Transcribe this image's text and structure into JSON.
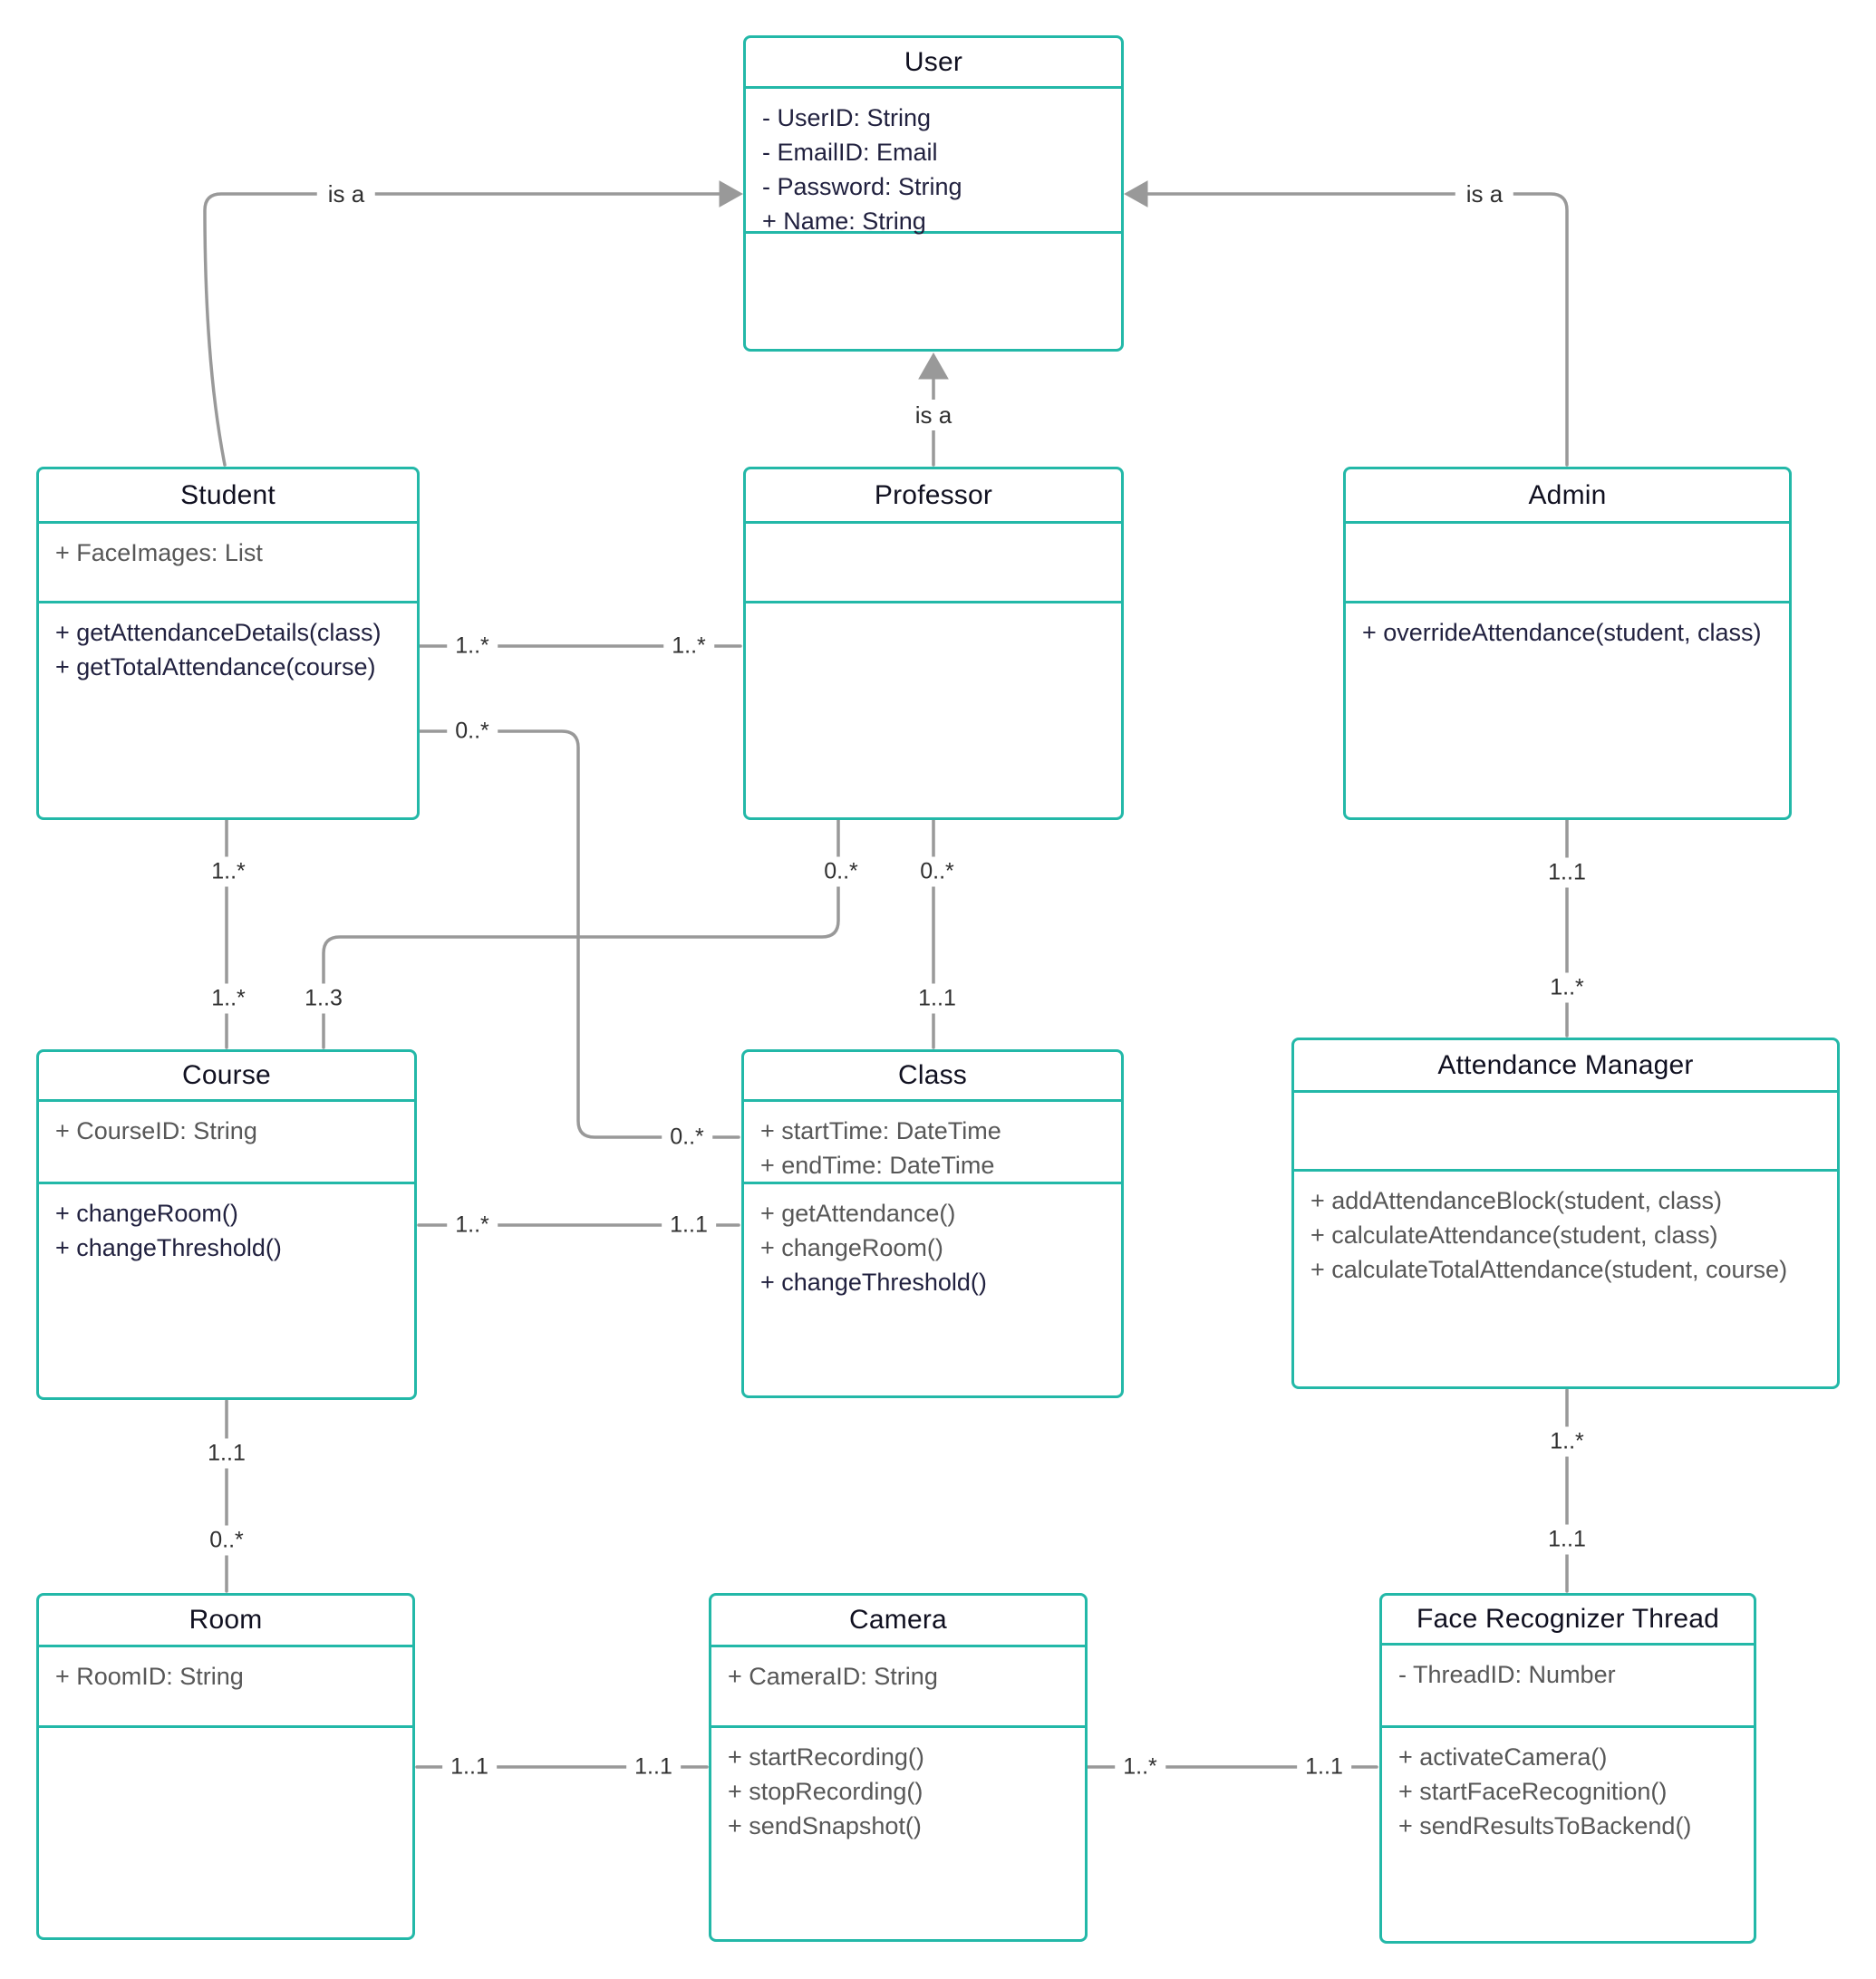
{
  "colors": {
    "accent": "#23b8a8",
    "edge": "#999999",
    "label": "#2f2f2f",
    "member_muted": "#575757",
    "member_strong": "#21213f",
    "title": "#101020",
    "bg": "#ffffff"
  },
  "classes": {
    "user": {
      "title": "User",
      "attributes": [
        {
          "t": "- UserID: String",
          "strong": true
        },
        {
          "t": "- EmailID: Email",
          "strong": true
        },
        {
          "t": "- Password: String",
          "strong": true
        },
        {
          "t": "+ Name: String",
          "strong": true
        }
      ],
      "methods": []
    },
    "student": {
      "title": "Student",
      "attributes": [
        {
          "t": "+ FaceImages: List",
          "strong": false
        }
      ],
      "methods": [
        {
          "t": "+ getAttendanceDetails(class)",
          "strong": true
        },
        {
          "t": "+ getTotalAttendance(course)",
          "strong": true
        }
      ]
    },
    "professor": {
      "title": "Professor",
      "attributes": [],
      "methods": []
    },
    "admin": {
      "title": "Admin",
      "attributes": [],
      "methods": [
        {
          "t": "+ overrideAttendance(student, class)",
          "strong": true
        }
      ]
    },
    "course": {
      "title": "Course",
      "attributes": [
        {
          "t": "+ CourseID: String",
          "strong": false
        }
      ],
      "methods": [
        {
          "t": "+ changeRoom()",
          "strong": true
        },
        {
          "t": "+ changeThreshold()",
          "strong": true
        }
      ]
    },
    "class": {
      "title": "Class",
      "attributes": [
        {
          "t": "+ startTime: DateTime",
          "strong": false
        },
        {
          "t": "+ endTime: DateTime",
          "strong": false
        }
      ],
      "methods": [
        {
          "t": "+ getAttendance()",
          "strong": false
        },
        {
          "t": "+ changeRoom()",
          "strong": false
        },
        {
          "t": "+ changeThreshold()",
          "strong": true
        }
      ]
    },
    "attendance_manager": {
      "title": "Attendance Manager",
      "attributes": [],
      "methods": [
        {
          "t": "+ addAttendanceBlock(student, class)",
          "strong": false
        },
        {
          "t": "+ calculateAttendance(student, class)",
          "strong": false
        },
        {
          "t": "+ calculateTotalAttendance(student, course)",
          "strong": false
        }
      ]
    },
    "room": {
      "title": "Room",
      "attributes": [
        {
          "t": "+ RoomID: String",
          "strong": false
        }
      ],
      "methods": []
    },
    "camera": {
      "title": "Camera",
      "attributes": [
        {
          "t": "+ CameraID: String",
          "strong": false
        }
      ],
      "methods": [
        {
          "t": "+ startRecording()",
          "strong": false
        },
        {
          "t": "+ stopRecording()",
          "strong": false
        },
        {
          "t": "+ sendSnapshot()",
          "strong": false
        }
      ]
    },
    "face_recognizer_thread": {
      "title": "Face Recognizer Thread",
      "attributes": [
        {
          "t": "- ThreadID: Number",
          "strong": false
        }
      ],
      "methods": [
        {
          "t": "+ activateCamera()",
          "strong": false
        },
        {
          "t": "+ startFaceRecognition()",
          "strong": false
        },
        {
          "t": "+ sendResultsToBackend()",
          "strong": false
        }
      ]
    }
  },
  "relationships": [
    {
      "type": "inheritance",
      "from": "Student",
      "to": "User",
      "label": "is a"
    },
    {
      "type": "inheritance",
      "from": "Professor",
      "to": "User",
      "label": "is a"
    },
    {
      "type": "inheritance",
      "from": "Admin",
      "to": "User",
      "label": "is a"
    },
    {
      "type": "association",
      "from": "Student",
      "to": "Professor",
      "from_mult": "1..*",
      "to_mult": "1..*"
    },
    {
      "type": "association",
      "from": "Student",
      "to": "Class",
      "from_mult": "0..*",
      "to_mult": "0..*"
    },
    {
      "type": "association",
      "from": "Student",
      "to": "Course",
      "from_mult": "1..*",
      "to_mult": "1..*"
    },
    {
      "type": "association",
      "from": "Professor",
      "to": "Course",
      "from_mult": "0..*",
      "to_mult": "1..3"
    },
    {
      "type": "association",
      "from": "Professor",
      "to": "Class",
      "from_mult": "0..*",
      "to_mult": "1..1"
    },
    {
      "type": "association",
      "from": "Course",
      "to": "Class",
      "from_mult": "1..*",
      "to_mult": "1..1"
    },
    {
      "type": "association",
      "from": "Admin",
      "to": "Attendance Manager",
      "from_mult": "1..1",
      "to_mult": "1..*"
    },
    {
      "type": "association",
      "from": "Attendance Manager",
      "to": "Face Recognizer Thread",
      "from_mult": "1..*",
      "to_mult": "1..1"
    },
    {
      "type": "association",
      "from": "Course",
      "to": "Room",
      "from_mult": "1..1",
      "to_mult": "0..*"
    },
    {
      "type": "association",
      "from": "Room",
      "to": "Camera",
      "from_mult": "1..1",
      "to_mult": "1..1"
    },
    {
      "type": "association",
      "from": "Camera",
      "to": "Face Recognizer Thread",
      "from_mult": "1..*",
      "to_mult": "1..1"
    }
  ]
}
